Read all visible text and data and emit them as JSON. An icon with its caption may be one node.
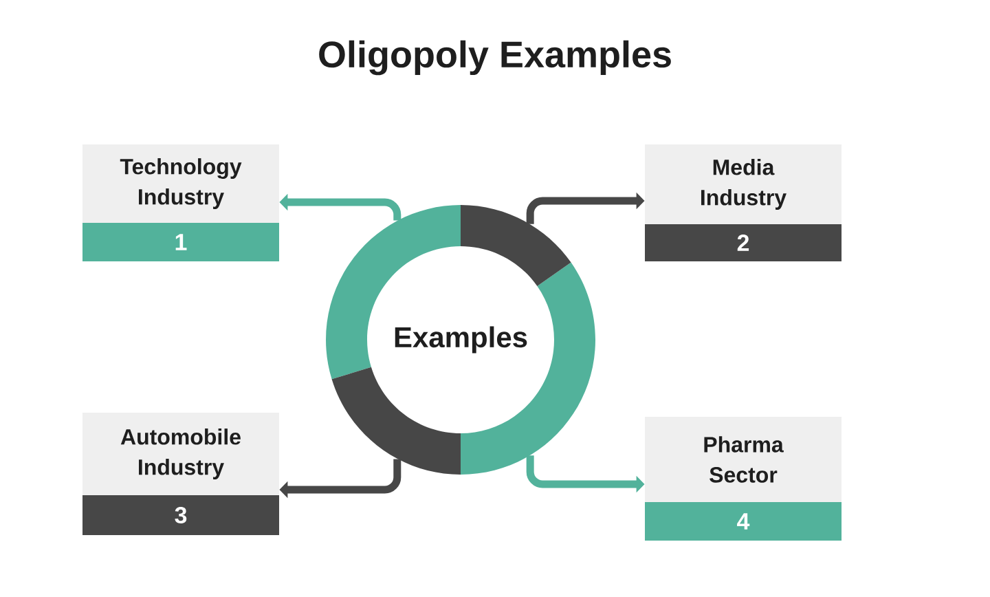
{
  "diagram": {
    "title": "Oligopoly Examples",
    "nodes": [
      {
        "text": [
          "Examples"
        ]
      },
      {
        "text": [
          "Technology Industry",
          "1"
        ]
      },
      {
        "text": [
          "Media Industry",
          "2"
        ]
      },
      {
        "text": [
          "Automobile Industry",
          "3"
        ]
      },
      {
        "text": [
          "Pharma Sector",
          "4"
        ]
      }
    ],
    "edges": [
      {
        "from": 0,
        "to": 1,
        "arrow": "to",
        "color": "#52b29b"
      },
      {
        "from": 0,
        "to": 2,
        "arrow": "to",
        "color": "#474747"
      },
      {
        "from": 0,
        "to": 3,
        "arrow": "to",
        "color": "#474747"
      },
      {
        "from": 0,
        "to": 4,
        "arrow": "to",
        "color": "#52b29b"
      }
    ]
  }
}
